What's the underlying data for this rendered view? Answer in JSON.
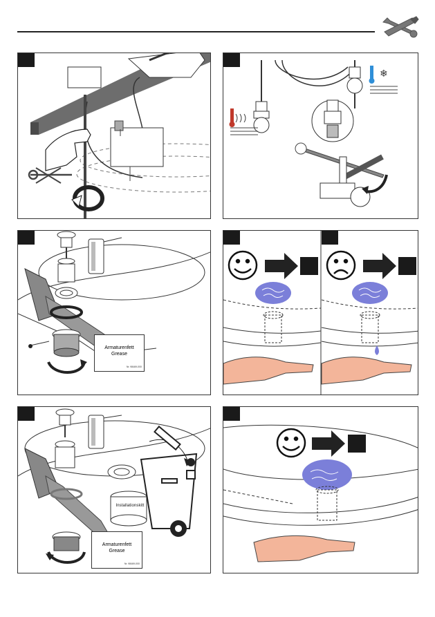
{
  "header": {
    "icon": "wrench-screwdriver-icon"
  },
  "panels": [
    {
      "id": "p1",
      "icons": [
        "hand-icon",
        "no-wrench-icon",
        "rotate-arrow-icon"
      ]
    },
    {
      "id": "p2",
      "icons": [
        "hot-water-icon",
        "cold-water-icon",
        "wrench-icon"
      ]
    },
    {
      "id": "p3",
      "card": {
        "line1": "Armaturenfett",
        "line2": "Grease",
        "code": "Nr. 98469-000"
      }
    },
    {
      "id": "p4a",
      "icons": [
        "happy-face-icon",
        "right-arrow-icon"
      ]
    },
    {
      "id": "p4b",
      "icons": [
        "sad-face-icon",
        "right-arrow-icon",
        "water-drop-icon"
      ]
    },
    {
      "id": "p5",
      "card": {
        "line1": "Armaturenfett",
        "line2": "Grease",
        "code": "Nr. 98469-000"
      },
      "kit_label": "Installationskitt"
    },
    {
      "id": "p6",
      "icons": [
        "happy-face-icon",
        "right-arrow-icon"
      ]
    }
  ],
  "colors": {
    "accent_blue": "#7b7fd9",
    "hot_red": "#c0392b",
    "cold_blue": "#2f8fd8",
    "dark_gray": "#555555",
    "skin": "#f3b59a"
  }
}
